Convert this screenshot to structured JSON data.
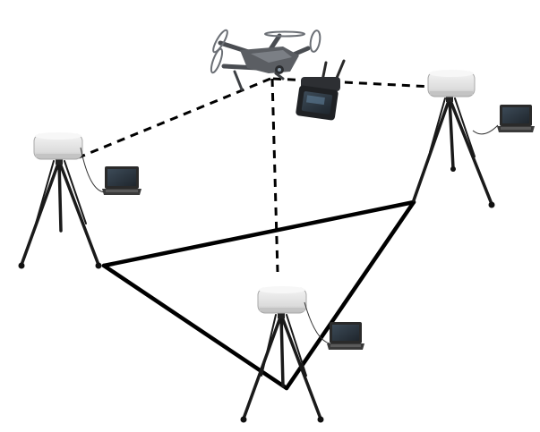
{
  "diagram": {
    "nodes": [
      {
        "id": "drone",
        "icon": "drone-icon"
      },
      {
        "id": "remote-controller",
        "icon": "remote-controller-icon"
      },
      {
        "id": "sensor-left",
        "icon": "radar-dome-icon"
      },
      {
        "id": "sensor-right",
        "icon": "radar-dome-icon"
      },
      {
        "id": "sensor-bottom",
        "icon": "radar-dome-icon"
      }
    ],
    "laptops": [
      "laptop-left",
      "laptop-right",
      "laptop-bottom"
    ],
    "links": {
      "dashed": [
        [
          "drone",
          "sensor-left"
        ],
        [
          "drone",
          "sensor-right"
        ],
        [
          "drone",
          "sensor-bottom"
        ]
      ],
      "solid": [
        [
          "sensor-left",
          "sensor-right"
        ],
        [
          "sensor-right",
          "sensor-bottom"
        ],
        [
          "sensor-bottom",
          "sensor-left"
        ]
      ]
    },
    "colors": {
      "line": "#000000",
      "dome": "#e6e6e6",
      "dome_shade": "#bdbdbd",
      "tripod": "#1a1a1a",
      "drone_body": "#5b5e63",
      "laptop_screen": "#2f3a44"
    }
  }
}
